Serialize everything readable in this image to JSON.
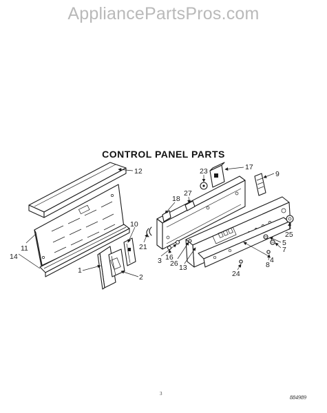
{
  "watermark": "AppliancePartsPros.com",
  "title": "CONTROL PANEL PARTS",
  "page_number": "3",
  "doc_number": "884989",
  "callouts": {
    "c1": "1",
    "c2": "2",
    "c3": "3",
    "c4": "4",
    "c5": "5",
    "c7": "7",
    "c8": "8",
    "c9": "9",
    "c10": "10",
    "c11": "11",
    "c12": "12",
    "c13": "13",
    "c14": "14",
    "c16": "16",
    "c17": "17",
    "c18": "18",
    "c21": "21",
    "c23": "23",
    "c24": "24",
    "c25": "25",
    "c26": "26",
    "c27": "27"
  }
}
